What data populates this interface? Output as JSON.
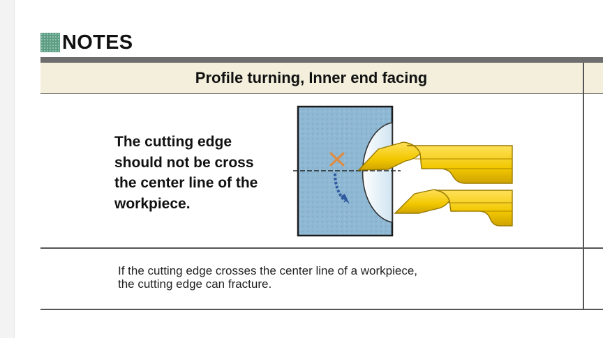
{
  "notes": {
    "heading": "NOTES"
  },
  "table": {
    "header": "Profile turning, Inner end facing",
    "main_text_lines": [
      "The cutting edge",
      "should not be cross",
      "the center line of the",
      "workpiece."
    ],
    "footnote_lines": [
      "If the cutting edge crosses the center line of a  workpiece,",
      "the cutting edge can fracture."
    ]
  },
  "colors": {
    "workpiece": "#8eb8d3",
    "tool": "#f2c800",
    "tool_shadow": "#c89f00",
    "mark": "#e08a3c",
    "arrow": "#2f5a9e",
    "header_bg": "#f3efdc",
    "notes_square": "#5f9c83"
  }
}
